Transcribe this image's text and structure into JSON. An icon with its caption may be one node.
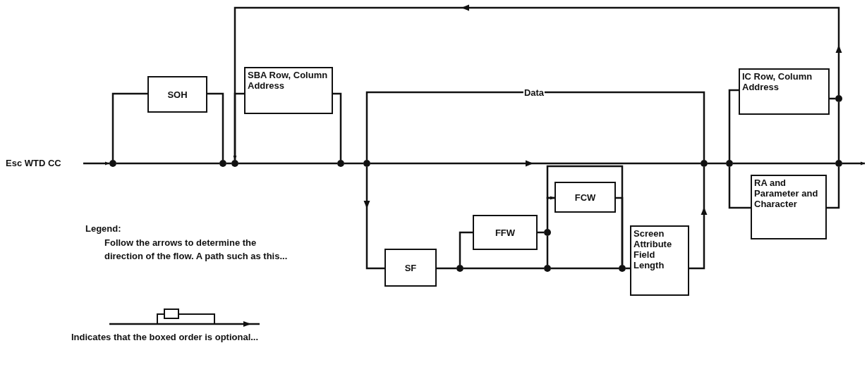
{
  "diagram": {
    "nodes": [
      {
        "text": [
          "Esc WTD CC"
        ]
      },
      {
        "text": [],
        "shape": "circle"
      },
      {
        "text": [
          "SOH"
        ]
      },
      {
        "text": [],
        "shape": "circle"
      },
      {
        "text": [
          "SBA Row, Column Address"
        ]
      },
      {
        "text": [],
        "shape": "circle"
      },
      {
        "text": [],
        "shape": "circle"
      },
      {
        "text": [],
        "shape": "circle"
      },
      {
        "text": [
          "SF"
        ]
      },
      {
        "text": [],
        "shape": "circle"
      },
      {
        "text": [
          "FFW"
        ]
      },
      {
        "text": [],
        "shape": "circle"
      },
      {
        "text": [
          "FCW"
        ]
      },
      {
        "text": [],
        "shape": "circle"
      },
      {
        "text": [],
        "shape": "circle"
      },
      {
        "text": [
          "Screen Attribute Field Length"
        ]
      },
      {
        "text": [],
        "shape": "circle"
      },
      {
        "text": [],
        "shape": "circle"
      },
      {
        "text": [
          "IC Row, Column Address"
        ]
      },
      {
        "text": [],
        "shape": "circle"
      },
      {
        "text": [
          "RA and Parameter and Character"
        ]
      },
      {
        "text": [],
        "shape": "circle"
      }
    ],
    "edges": [
      {
        "from": 0,
        "to": 1,
        "arrow": "to"
      },
      {
        "from": 1,
        "to": 2,
        "arrow": "none"
      },
      {
        "from": 2,
        "to": 3,
        "arrow": "none"
      },
      {
        "from": 1,
        "to": 3,
        "arrow": "none"
      },
      {
        "from": 3,
        "to": 5,
        "arrow": "none"
      },
      {
        "from": 5,
        "to": 4,
        "arrow": "none"
      },
      {
        "from": 4,
        "to": 6,
        "arrow": "none"
      },
      {
        "from": 5,
        "to": 6,
        "arrow": "none"
      },
      {
        "from": 6,
        "to": 7,
        "arrow": "none"
      },
      {
        "from": 7,
        "to": 16,
        "arrow": "to"
      },
      {
        "from": 7,
        "to": 16,
        "arrow": "none",
        "label": "Data"
      },
      {
        "from": 7,
        "to": 8,
        "arrow": "to"
      },
      {
        "from": 8,
        "to": 9,
        "arrow": "none"
      },
      {
        "from": 9,
        "to": 10,
        "arrow": "none"
      },
      {
        "from": 10,
        "to": 11,
        "arrow": "none"
      },
      {
        "from": 9,
        "to": 13,
        "arrow": "none"
      },
      {
        "from": 13,
        "to": 11,
        "arrow": "none"
      },
      {
        "from": 11,
        "to": 12,
        "arrow": "none"
      },
      {
        "from": 12,
        "to": 14,
        "arrow": "none"
      },
      {
        "from": 14,
        "to": 12,
        "arrow": "to"
      },
      {
        "from": 13,
        "to": 14,
        "arrow": "none"
      },
      {
        "from": 14,
        "to": 15,
        "arrow": "none"
      },
      {
        "from": 15,
        "to": 16,
        "arrow": "to"
      },
      {
        "from": 16,
        "to": 17,
        "arrow": "none"
      },
      {
        "from": 17,
        "to": 18,
        "arrow": "none"
      },
      {
        "from": 17,
        "to": 20,
        "arrow": "none"
      },
      {
        "from": 17,
        "to": 21,
        "arrow": "none"
      },
      {
        "from": 18,
        "to": 19,
        "arrow": "none"
      },
      {
        "from": 20,
        "to": 21,
        "arrow": "none"
      },
      {
        "from": 21,
        "to": 19,
        "arrow": "none"
      },
      {
        "from": 19,
        "to": 5,
        "arrow": "to"
      },
      {
        "from": 21,
        "to": null,
        "arrow": "to"
      }
    ],
    "labels": [
      "Legend:",
      "Follow the arrows to determine the direction of the flow. A path such as this...",
      "Indicates that the boxed order is optional..."
    ]
  }
}
